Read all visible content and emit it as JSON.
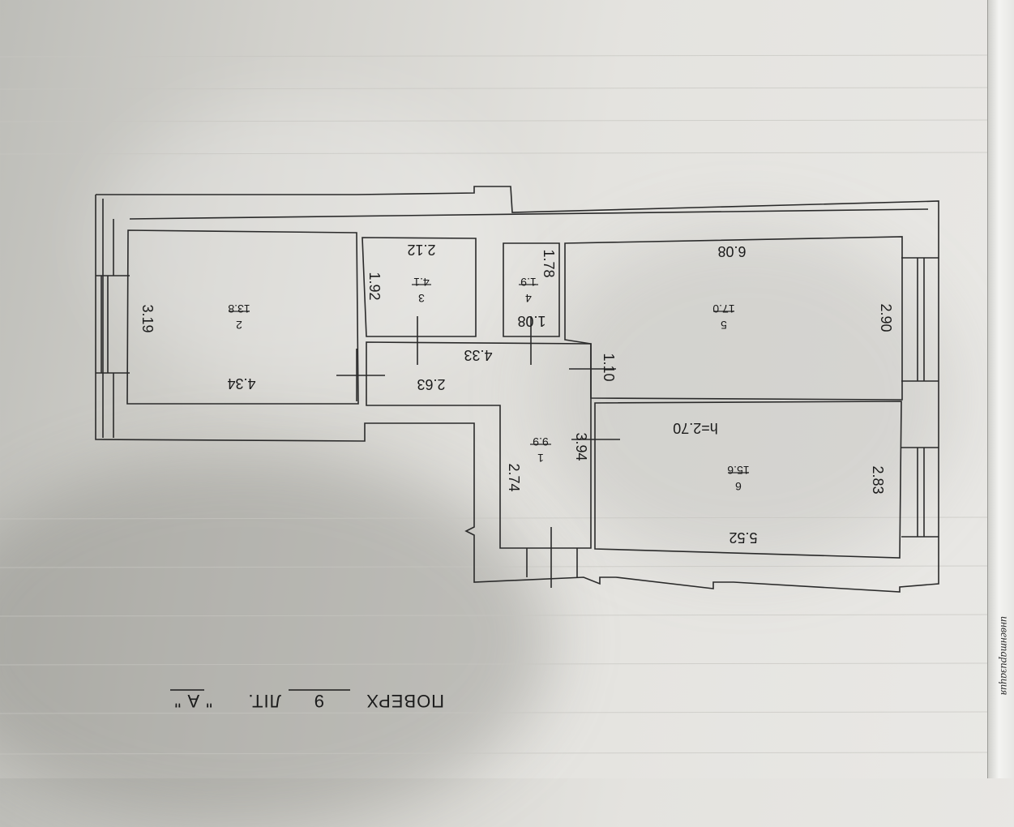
{
  "title": {
    "floor_word": "ПОВЕРХ",
    "floor_number": "9",
    "lit_word": "ЛІТ.",
    "lit_value": "\" А \""
  },
  "ceiling_height": "h=2.70",
  "rooms": [
    {
      "id": "1",
      "area": "9.9"
    },
    {
      "id": "2",
      "area": "13.8"
    },
    {
      "id": "3",
      "area": "4.1"
    },
    {
      "id": "4",
      "area": "1.9"
    },
    {
      "id": "5",
      "area": "17.0"
    },
    {
      "id": "6",
      "area": "15.6"
    }
  ],
  "dimensions": {
    "r2_width": "3.19",
    "r2_length": "4.34",
    "r3_width": "1.92",
    "r3_length": "2.12",
    "r4_width": "1.78",
    "r4_length": "1.08",
    "r5_length": "6.08",
    "r5_width": "2.90",
    "r6_length": "5.52",
    "r6_width": "2.83",
    "corridor_a": "4.33",
    "corridor_b": "2.63",
    "corridor_c": "1.10",
    "corridor_d": "3.94",
    "corridor_e": "2.74"
  },
  "binder_text": "инвентаризация"
}
